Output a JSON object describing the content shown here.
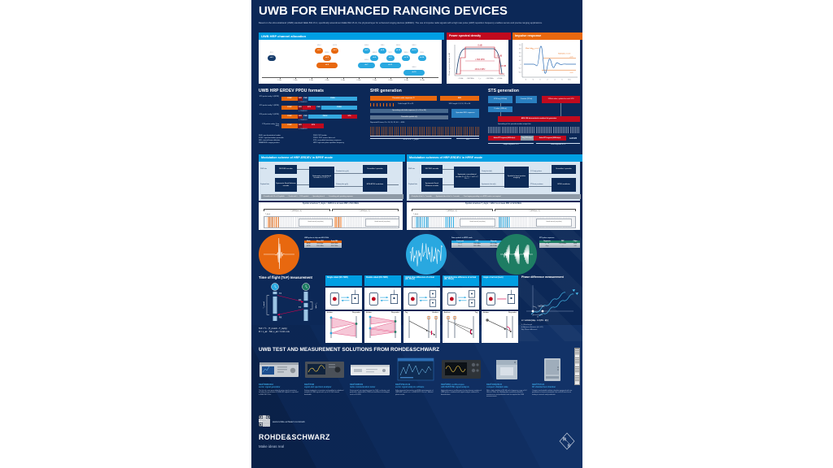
{
  "poster": {
    "title": "UWB FOR ENHANCED RANGING DEVICES",
    "subtitle": "Based on the ultra wideband (UWB) standard IEEE 802.15.4, specifically amendment IEEE 802.15.4z, the physical layer for enhanced ranging devices (ERDEV). The use of impulse radio signals with a high rate pulse (HRP) repetition frequency enables secure and precise ranging applications."
  },
  "channel_allocation": {
    "title": "UWB HRP channel allocation",
    "axis_ticks": [
      "1 GHz",
      "2 GHz",
      "3 GHz",
      "4 GHz",
      "5 GHz",
      "6 GHz",
      "7 GHz",
      "8 GHz",
      "9 GHz",
      "10 GHz"
    ],
    "channels": [
      {
        "num": "0",
        "mhz": "499.2",
        "c": 0.4992,
        "bw": 0.4992,
        "row": 1,
        "band": "sub"
      },
      {
        "num": "1",
        "mhz": "3494.4",
        "c": 3.4944,
        "bw": 0.4992,
        "row": 0,
        "band": "low"
      },
      {
        "num": "2",
        "mhz": "3993.6",
        "c": 3.9936,
        "bw": 0.4992,
        "row": 1,
        "band": "low"
      },
      {
        "num": "3",
        "mhz": "4492.8",
        "c": 4.4928,
        "bw": 0.4992,
        "row": 0,
        "band": "low"
      },
      {
        "num": "4",
        "mhz": "3993.6",
        "c": 3.9936,
        "bw": 1.3312,
        "row": 2,
        "band": "low"
      },
      {
        "num": "5",
        "mhz": "6489.6",
        "c": 6.4896,
        "bw": 0.4992,
        "row": 0,
        "band": "high"
      },
      {
        "num": "6",
        "mhz": "6988.8",
        "c": 6.9888,
        "bw": 0.4992,
        "row": 1,
        "band": "high"
      },
      {
        "num": "7",
        "mhz": "6489.6",
        "c": 6.4896,
        "bw": 1.0816,
        "row": 2,
        "band": "high"
      },
      {
        "num": "8",
        "mhz": "7488.0",
        "c": 7.488,
        "bw": 0.4992,
        "row": 0,
        "band": "high"
      },
      {
        "num": "9",
        "mhz": "7987.2",
        "c": 7.9872,
        "bw": 0.4992,
        "row": 1,
        "band": "high"
      },
      {
        "num": "10",
        "mhz": "8486.4",
        "c": 8.4864,
        "bw": 0.4992,
        "row": 0,
        "band": "high"
      },
      {
        "num": "11",
        "mhz": "7987.2",
        "c": 7.9872,
        "bw": 1.3312,
        "row": 2,
        "band": "high"
      },
      {
        "num": "12",
        "mhz": "8985.6",
        "c": 8.9856,
        "bw": 0.4992,
        "row": 1,
        "band": "high"
      },
      {
        "num": "13",
        "mhz": "9484.8",
        "c": 9.4848,
        "bw": 0.4992,
        "row": 0,
        "band": "high"
      },
      {
        "num": "14",
        "mhz": "9984.0",
        "c": 9.984,
        "bw": 0.4992,
        "row": 1,
        "band": "high"
      },
      {
        "num": "15",
        "mhz": "9484.8",
        "c": 9.4848,
        "bw": 1.3548,
        "row": 3,
        "band": "high"
      }
    ]
  },
  "psd": {
    "title": "Power spectral density",
    "ylabel": "Power spectral density in dB",
    "labels": {
      "l0": "0 dB",
      "l10": "−10 dB",
      "l18": "−18 dB",
      "bw": "≥ 500 MHz",
      "bw2": "1331.2 MHz"
    },
    "xticks": [
      "−1 GHz",
      "−500 MHz",
      "f_c",
      "+500 MHz",
      "+1 GHz"
    ]
  },
  "impulse": {
    "title": "Impulse response",
    "labels": {
      "p": "+0.3",
      "m": "−0.3",
      "main": "Main lobe",
      "side": "Sidelobes ≤ 0.3"
    },
    "yticks": [
      "1.0",
      "0.8",
      "0.6",
      "0.4",
      "0.2",
      "0",
      "−0.2",
      "−0.4"
    ],
    "xticks": [
      "−4",
      "−2",
      "0",
      "2",
      "4",
      "6",
      "8 ns"
    ]
  },
  "ppdu": {
    "title": "UWB HRP ERDEV PPDU formats",
    "rmarker": "▲ RMARKER",
    "rows": [
      {
        "label": "STS packet config. 0 (BPRF)",
        "segments": [
          {
            "t": "SYNC",
            "k": "sync",
            "w": 20
          },
          {
            "t": "SFD",
            "k": "sfd",
            "w": 6
          },
          {
            "t": "PHR",
            "k": "phr",
            "w": 7
          },
          {
            "t": "PSDU",
            "k": "psdu",
            "w": 60
          }
        ]
      },
      {
        "label": "STS packet config. 1 (BPRF)",
        "segments": [
          {
            "t": "SYNC",
            "k": "sync",
            "w": 20
          },
          {
            "t": "SFD",
            "k": "sfd",
            "w": 6
          },
          {
            "t": "STS",
            "k": "sts",
            "w": 16
          },
          {
            "t": "PHR",
            "k": "phr",
            "w": 7
          },
          {
            "t": "PSDU",
            "k": "psdu",
            "w": 44
          }
        ]
      },
      {
        "label": "STS packet config. 2 (HPRF)",
        "segments": [
          {
            "t": "SYNC",
            "k": "sync",
            "w": 20
          },
          {
            "t": "SFD",
            "k": "sfd",
            "w": 6
          },
          {
            "t": "PHR",
            "k": "phr",
            "w": 7
          },
          {
            "t": "PSDU",
            "k": "psdu",
            "w": 41
          },
          {
            "t": "STS",
            "k": "sts",
            "w": 19
          }
        ]
      },
      {
        "label": "STS packet config. 3 (no data)",
        "segments": [
          {
            "t": "SYNC",
            "k": "sync",
            "w": 20
          },
          {
            "t": "SFD",
            "k": "sfd",
            "w": 6
          },
          {
            "t": "STS",
            "k": "sts",
            "w": 26
          }
        ]
      }
    ],
    "legend_left": [
      "SHR: synchronization header",
      "SYNC: synchronization preamble",
      "SFD: start-of-frame delimiter",
      "RMARKER: ranging marker"
    ],
    "legend_right": [
      "PHR: PHY header",
      "PSDU: PHY service data unit",
      "STS: scrambled timestamp sequence",
      "HRP: high rate pulse repetition frequency"
    ]
  },
  "shr": {
    "title": "SHR generation",
    "bar_preamble": "Preamble code sequence Cᵢ",
    "bar_sfd": "SFD",
    "code_length": "Code length 31 or 91",
    "spread": "Spreading with delta sequence (L = 16 or 64)",
    "psym": "Preamble symbol s(k)",
    "repeat": "Repeated N times, N = 16, 24, 32, 64 … 4096",
    "sfd_len": "SFD length 4, 8, 16, 32 or 64",
    "spread_sfd": "Spreaded SFD sequence",
    "sync_span": "SYNC = N · T_psym",
    "sfd_span": "SFD"
  },
  "sts": {
    "title": "STS generation",
    "box_key": "STS key (128 bit)",
    "box_counter": "Counter (32 bit)",
    "box_update": "128-bit value, update for each STS",
    "box_v": "V value (128 bit)",
    "bar_aes": "AES-128 deterministic random bit generator",
    "note": "Spreading of the pseudo-random output bits",
    "seg_active": "Active STS segment (4096 chips)",
    "seg_gap": "Gap (512 chips)",
    "span_single": "Single-segment STS",
    "span_multi": "Multi-segment STS"
  },
  "bprf": {
    "title": "Modulation scheme of HRP-ERDEV in BPRF mode",
    "in1": "PHR bits",
    "in2": "Payload bits",
    "b1": "SECDED encoder",
    "b2": "Systematic Reed-Solomon encoder",
    "b3": "Systematic convolutional encoder K = 3, R = ½",
    "a1": "Position bits g₀(k)",
    "a2": "Polarity bits g₁(k)",
    "b4": "Scrambler / spreader",
    "b5": "BPM-BPSK modulator",
    "footnotes": [
      "¹ Preamble with 16 or 64 symbols",
      "² Packet with 0 … 1209 symbols",
      "³ Spreading factor 4",
      "⁴ Scrambling with spreading sequence"
    ],
    "strip": {
      "caption": "Symbol structure T_dsym = 1025.6 ns at mean PRF of 62.4 MHz",
      "half1": "T_BPM (bit = 0)",
      "half2": "T_BPM (bit = 1)",
      "burst": "T_burst",
      "guard": "Guard interval (no pulses)"
    }
  },
  "hprf": {
    "title": "Modulation schemes of HRP-ERDEV in HPRF mode",
    "in1": "PHR bits",
    "in2": "Payload bits",
    "b1": "SECDED encoder",
    "b2": "Systematic Reed-Solomon encoder",
    "b3": "Systematic convolutional encoder K = 3, R = ½ or K = 7, R = ½",
    "a1": "Parity bits b(k)",
    "a2": "Systematic bits a(k)",
    "b4": "Symbol to burst position mapping",
    "a3": "1ᵃ Parity pulses",
    "a4": "2ᵇ Burst positions",
    "b5": "Scrambler / spreader",
    "b6": "BPSK modulator",
    "footnotes": [
      "ᵃ Parity bits of the K = 7 encoder",
      "ᵇ Systematic bits of the K = 7 encoder",
      "ᶜ Time hopping spreading as in BPRF mode is not required"
    ],
    "strip": {
      "caption": "Symbol structure T_dsym = 128.2 ns at mean PRF of 124.8 MHz",
      "half1": "T_BPM (bit = 0)",
      "half2": "T_BPM (bit = 1)",
      "burst": "T_burst",
      "guard": "Guard interval (no pulses)"
    }
  },
  "pulse_groups": [
    {
      "kind": "pulse",
      "color": "#e8680f",
      "caption": "UWB pulse at chip rate 499.2 MHz",
      "headers": [
        "Mode",
        "Mean PRF",
        "Peak PRF"
      ],
      "rows": [
        [
          "BPRF",
          "62.4 MHz",
          "499.2 MHz"
        ],
        [
          "HPRF",
          "124.8 MHz",
          "499.2 MHz"
        ]
      ]
    },
    {
      "kind": "dense",
      "color": "#29a8e0",
      "caption": "Data symbols in HPRF mode",
      "headers": [
        "Constraint",
        "PRF",
        "Chip rate"
      ],
      "rows": [
        [
          "K = 3",
          "124.8 MHz",
          "499.2 MHz"
        ],
        [
          "K = 7",
          "249.6 MHz",
          "499.2 MHz"
        ]
      ]
    },
    {
      "kind": "burst",
      "color": "#1e7d63",
      "caption": "STS pulse sequence",
      "headers": [
        "Segments",
        "PRF",
        "Chips"
      ],
      "rows": [
        [
          "1 … 4",
          "124.8 MHz",
          "4096"
        ],
        [
          "Gap",
          "—",
          "512"
        ]
      ]
    }
  ],
  "tof": {
    "title": "Time of flight (ToF) measurement",
    "tx": "TX",
    "rx": "RX",
    "t_round": "T_round",
    "t_reply": "T_reply",
    "f1": "ToF = ½ · (T_round − T_reply)",
    "f2": "R = c_air · ToF,  c_air ≈ 3·10⁸ m/s"
  },
  "ranging": [
    {
      "type": "ss",
      "label": "Single sided (SS-TWR)",
      "actors": [
        "Initiator",
        "Responder"
      ]
    },
    {
      "type": "ds",
      "label": "Double sided (DS-TWR)",
      "actors": [
        "Initiator",
        "Responder"
      ]
    },
    {
      "type": "ul",
      "label": "Uplink time difference of arrival (UL-TDoA)",
      "actors": [
        "Tag",
        "Anchors"
      ]
    },
    {
      "type": "dl",
      "label": "Downlink time difference of arrival (DL-TDoA)",
      "actors": [
        "Anchors",
        "Tag"
      ]
    },
    {
      "type": "aoa",
      "label": "Angle of arrival (AoA)",
      "actors": [
        "Initiator",
        "Responder"
      ]
    }
  ],
  "phase": {
    "title": "Phase difference measurement",
    "formula": "α = arcsin( Δφ · λ / (2π · d) )",
    "legend": [
      "λ: Wavelength",
      "d: Antenna distance (d ≤ λ/2)",
      "Δφ: Phase difference"
    ]
  },
  "solutions": {
    "title": "UWB TEST AND MEASUREMENT SOLUTIONS FROM ROHDE&SCHWARZ",
    "products": [
      {
        "img": "generator",
        "name": "R&S®SMM100A",
        "sub": "vector signal generator",
        "desc": "The first of a new generation of vector signal generators including the generation of UWB HRP signals as specified in IEEE 802.15.4z."
      },
      {
        "img": "analyzer",
        "name": "R&S®FSW",
        "sub": "signal and spectrum analyzer",
        "desc": "Setting standards in innovation and usability for wideband analysis of UWB signals with up to 8.3 GHz internal bandwidth."
      },
      {
        "img": "tester",
        "name": "R&S®CMP200",
        "sub": "radio communication tester",
        "desc": "Future-proof, non-signaling tester for R&D, verification and production; optimized for UWB and mmWave technologies such as 5G FR2."
      },
      {
        "img": "software",
        "name": "R&S®VSE-K149",
        "sub": "vector signal analysis software",
        "desc": "Fully automated transmitter and EVM measurements of UWB HRP signals acc. to IEEE 802.15.4z incl. ToA and phase results."
      },
      {
        "img": "scope",
        "name": "R&S®MXO oscilloscopes",
        "sub": "with R&S®VSE signal analysis",
        "desc": "High performance oscilloscopes for time domain analysis of UWB pulses, combined with signal analysis software for demodulation."
      },
      {
        "img": "cube",
        "name": "R&S®CMQ200-B",
        "sub": "compact shielded cube",
        "desc": "With a high shielding of 80 dB and a frequency range of 0.2 GHz to 6 GHz, the shielding box is perfectly suited for maintenance and production tests as required for UWB measurements."
      },
      {
        "img": "chamber",
        "name": "R&S®TS7124",
        "sub": "RF shielded test chamber",
        "desc": "Compact and portable solution chamber equipped with two positioners to assess automated, fast and full over-the-air testing in research and production."
      }
    ]
  },
  "footer": {
    "url": "www.rohde-schwarz.com/uwb",
    "brand": "ROHDE&SCHWARZ",
    "tagline": "Make ideas real"
  },
  "colors": {
    "navy": "#0c2857",
    "blue": "#009fe3",
    "red": "#c00a1e",
    "orange": "#e8680f",
    "green": "#1e7d63",
    "psdu": "#35a8e0",
    "sfd": "#7c1622",
    "phr": "#123c74"
  }
}
